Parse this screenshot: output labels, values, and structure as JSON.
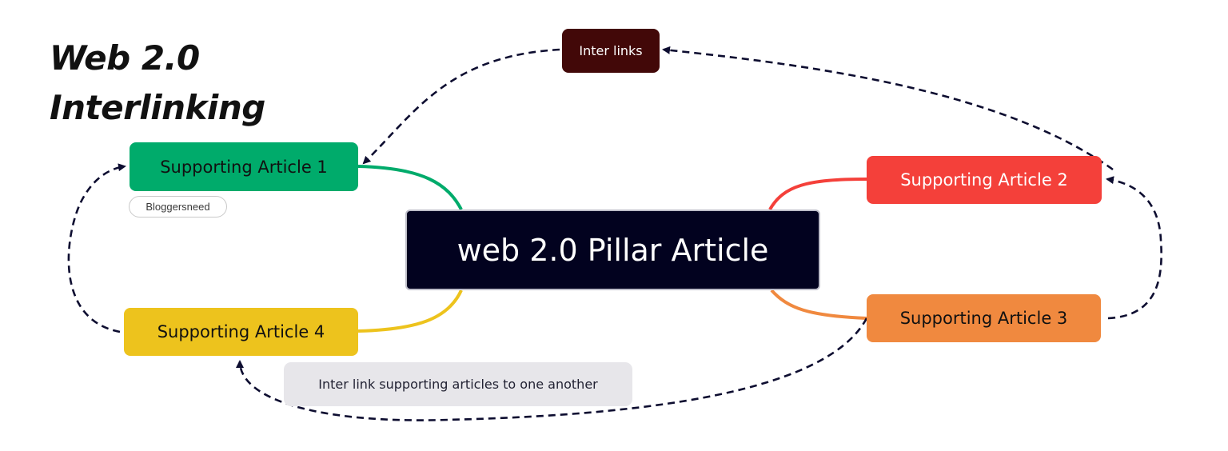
{
  "title": {
    "line1": "Web 2.0",
    "line2": "Interlinking"
  },
  "nodes": {
    "pillar": "web 2.0 Pillar Article",
    "supporting_1": "Supporting Article 1",
    "supporting_2": "Supporting Article 2",
    "supporting_3": "Supporting Article 3",
    "supporting_4": "Supporting Article 4",
    "inter_links": "Inter links",
    "note": "Inter link supporting articles to one another",
    "tag": "Bloggersneed"
  },
  "colors": {
    "pillar": "#02021f",
    "supporting_1": "#00ab6b",
    "supporting_2": "#f4403a",
    "supporting_3": "#f0893f",
    "supporting_4": "#edc31d",
    "inter_links": "#420808",
    "note": "#e7e6ea",
    "dashed_arrow": "#0d0d30"
  }
}
